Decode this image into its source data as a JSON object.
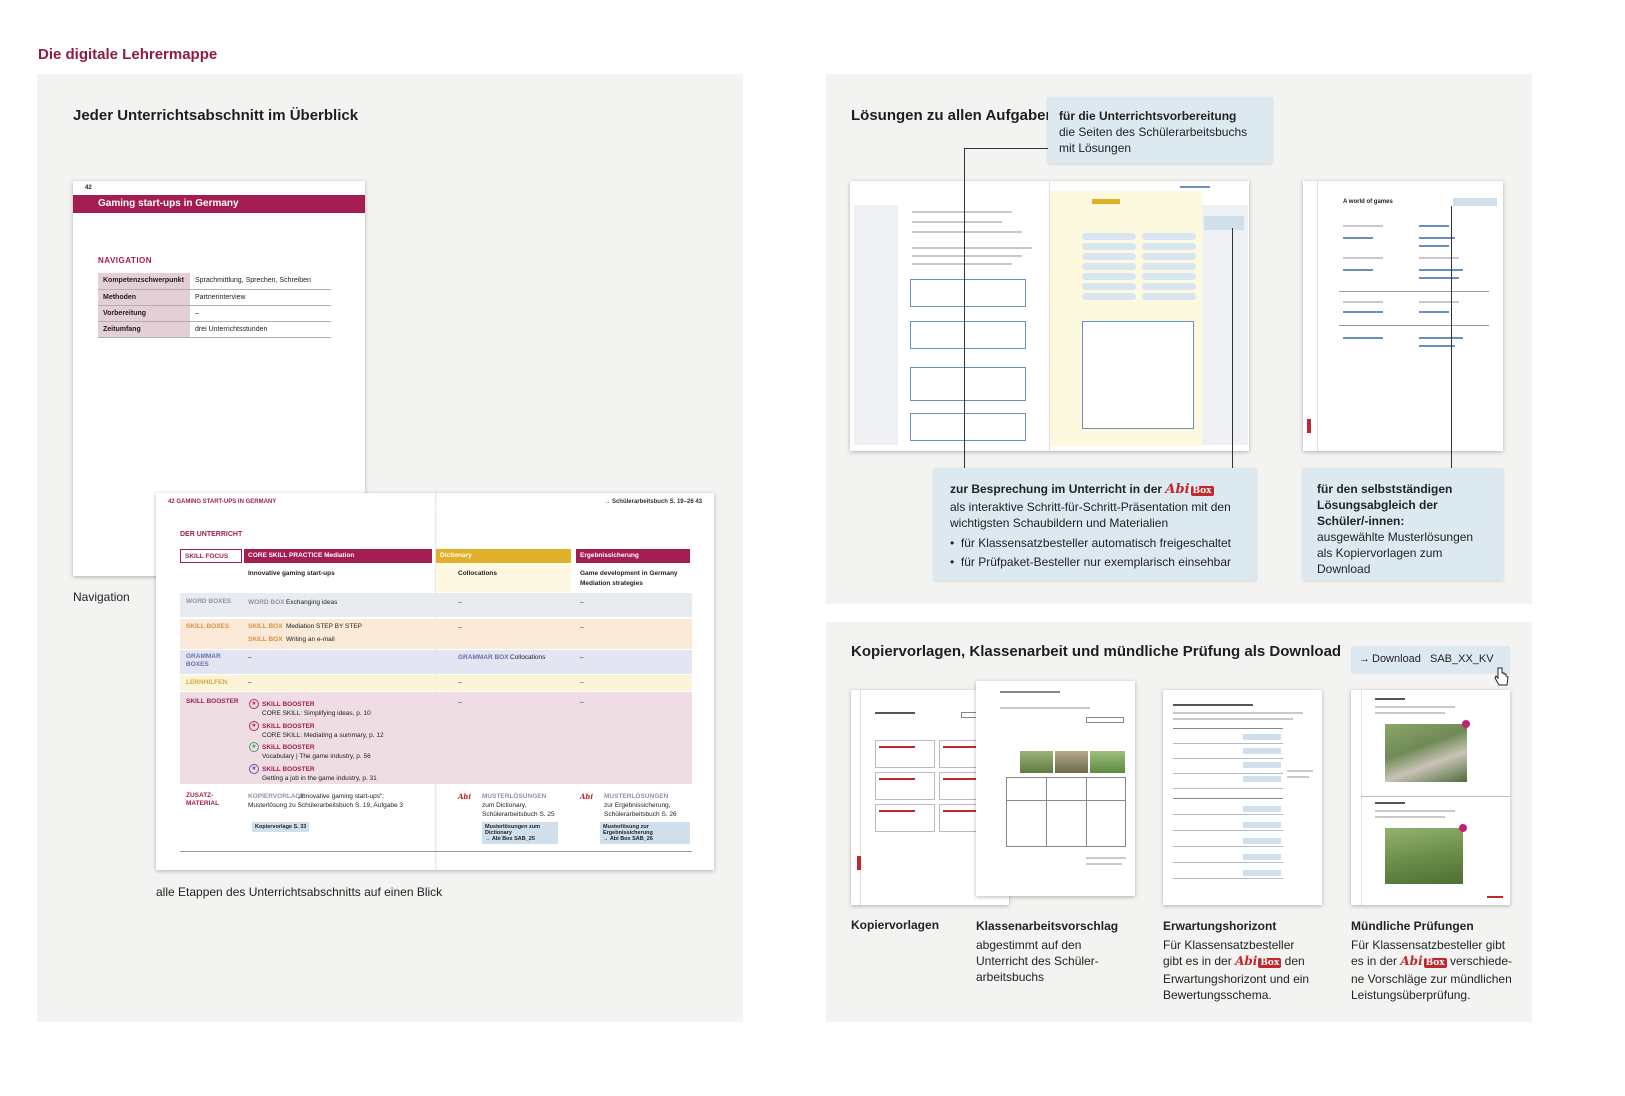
{
  "main_title": "Die digitale Lehrermappe",
  "left_panel": {
    "title": "Jeder Unterrichtsabschnitt im Überblick",
    "nav_page": {
      "page_number": "42",
      "header": "Gaming start-ups in Germany",
      "section_label": "NAVIGATION",
      "rows": [
        {
          "key": "Kompetenzschwerpunkt",
          "value": "Sprachmittlung, Sprechen, Schreiben"
        },
        {
          "key": "Methoden",
          "value": "Partnerinterview"
        },
        {
          "key": "Vorbereitung",
          "value": "–"
        },
        {
          "key": "Zeitumfang",
          "value": "drei Unterrichtsstunden"
        }
      ]
    },
    "nav_caption": "Navigation",
    "spread": {
      "left_header": "42  GAMING START-UPS IN GERMANY",
      "right_header": "→ Schülerarbeitsbuch S. 19–26  43",
      "section_label": "DER UNTERRICHT",
      "skill_focus": "SKILL FOCUS",
      "col_headers": [
        "CORE SKILL PRACTICE Mediation",
        "Dictionary",
        "Ergebnissicherung"
      ],
      "focus_row": [
        "Innovative gaming start-ups",
        "Collocations",
        "Game development in Germany",
        "Mediation strategies"
      ],
      "rows": {
        "word": {
          "label": "WORD BOXES",
          "c1_tag": "WORD BOX",
          "c1": "Exchanging ideas",
          "c2": "–",
          "c3": "–"
        },
        "skill": {
          "label": "SKILL BOXES",
          "c1a_tag": "SKILL BOX",
          "c1a": "Mediation STEP BY STEP",
          "c1b_tag": "SKILL BOX",
          "c1b": "Writing an e-mail",
          "c2": "–",
          "c3": "–"
        },
        "grammar": {
          "label": "GRAMMAR BOXES",
          "c1": "–",
          "c2_tag": "GRAMMAR BOX",
          "c2": "Collocations",
          "c3": "–"
        },
        "lern": {
          "label": "LERNHILFEN",
          "c1": "–",
          "c2": "–",
          "c3": "–"
        },
        "booster": {
          "label": "SKILL BOOSTER",
          "items": [
            {
              "tag": "SKILL BOOSTER",
              "text": "CORE SKILL: Simplifying ideas, p. 10"
            },
            {
              "tag": "SKILL BOOSTER",
              "text": "CORE SKILL: Mediating a summary, p. 12"
            },
            {
              "tag": "SKILL BOOSTER",
              "text": "Vocabulary | The game industry, p. 56"
            },
            {
              "tag": "SKILL BOOSTER",
              "text": "Getting a job in the game industry, p. 31"
            }
          ],
          "c2": "–",
          "c3": "–"
        },
        "zusatz": {
          "label": "ZUSATZ-MATERIAL",
          "c1_tag": "KOPIERVORLAGE",
          "c1": "„Innovative gaming start-ups“; Musterlösung zu Schülerarbeitsbuch S. 19, Aufgabe 3",
          "c1_btn": "Kopiervorlage S. 33",
          "c2_tag": "MUSTERLÖSUNGEN",
          "c2": "zum Dictionary, Schülerarbeitsbuch S. 25",
          "c2_btn": "Musterlösungen zum Dictionary",
          "c2_btn2": "→ Abi Box  SAB_25",
          "c3_tag": "MUSTERLÖSUNGEN",
          "c3": "zur Ergebnissicherung, Schülerarbeitsbuch S. 26",
          "c3_btn": "Musterlösung zur Ergebnissicherung",
          "c3_btn2": "→ Abi Box  SAB_26"
        }
      }
    },
    "spread_caption": "alle Etappen des Unterrichtsabschnitts auf einen Blick"
  },
  "right_top_panel": {
    "title": "Lösungen zu allen Aufgaben",
    "callout_top": {
      "bold": "für die Unterrichtsvorbereitung",
      "text": "die Seiten des Schülerarbeitsbuchs mit Lösungen"
    },
    "callout_mid": {
      "bold_pre": "zur Besprechung im Unterricht in der",
      "abibox": "Abi",
      "abibox_tag": "Box",
      "text": "als interaktive Schritt-für-Schritt-Präsentation mit den wichtigsten Schaubildern und Materialien",
      "bullets": [
        "für Klassensatzbesteller automatisch freigeschaltet",
        "für Prüfpaket-Besteller nur exemplarisch einsehbar"
      ]
    },
    "callout_right": {
      "bold": "für den selbstständigen Lösungsabgleich der Schüler/-innen:",
      "text": "ausgewählte Musterlösungen als Kopiervorlagen zum Download"
    },
    "mini_page_right_title": "A world of games"
  },
  "right_bottom_panel": {
    "title": "Kopiervorlagen, Klassenarbeit und mündliche Prüfung als Download",
    "download_button": {
      "arrow": "→",
      "label": "Download",
      "code": "SAB_XX_KV"
    },
    "items": [
      {
        "title": "Kopiervorlagen",
        "text": ""
      },
      {
        "title": "Klassenarbeitsvorschlag",
        "text": "abgestimmt auf den Unterricht des Schüler-arbeitsbuchs"
      },
      {
        "title": "Erwartungshorizont",
        "text_pre": "Für Klassensatzbesteller gibt es in der",
        "text_post": "den Erwartungshorizont und ein Bewertungsschema."
      },
      {
        "title": "Mündliche Prüfungen",
        "text_pre": "Für Klassensatzbesteller gibt es in der",
        "text_post": "verschiede-ne Vorschläge zur mündlichen Leistungsüberprüfung."
      }
    ],
    "abibox": "Abi",
    "abibox_tag": "Box"
  }
}
